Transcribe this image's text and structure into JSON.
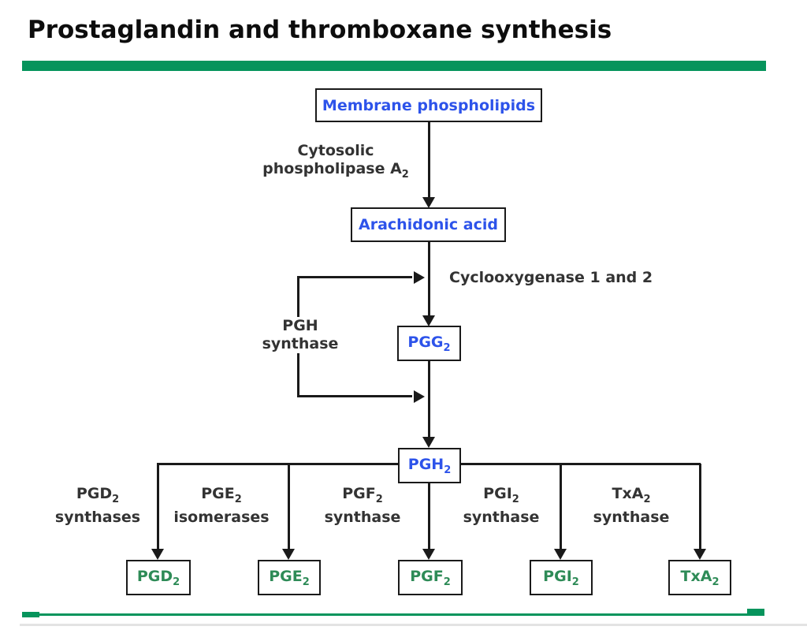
{
  "page": {
    "title": "Prostaglandin and thromboxane synthesis"
  },
  "colors": {
    "accent_green": "#06945C",
    "intermediate_blue": "#2D53EA",
    "product_green": "#2E8B57",
    "line_black": "#1A1A1A",
    "label_gray": "#333333"
  },
  "diagram": {
    "nodes": {
      "membrane": {
        "label": "Membrane phospholipids"
      },
      "arachidonic": {
        "label": "Arachidonic acid"
      },
      "pgg2": {
        "base": "PGG",
        "sub": "2"
      },
      "pgh2": {
        "base": "PGH",
        "sub": "2"
      }
    },
    "enzymes": {
      "cytosolic": {
        "line1": "Cytosolic",
        "line2_base": "phospholipase A",
        "line2_sub": "2"
      },
      "cyclooxygenase": {
        "label": "Cyclooxygenase 1 and 2"
      },
      "pgh_synthase": {
        "line1": "PGH",
        "line2": "synthase"
      }
    },
    "branches": [
      {
        "enzyme_base": "PGD",
        "enzyme_sub": "2",
        "enzyme_line2": "synthases",
        "product_base": "PGD",
        "product_sub": "2"
      },
      {
        "enzyme_base": "PGE",
        "enzyme_sub": "2",
        "enzyme_line2": "isomerases",
        "product_base": "PGE",
        "product_sub": "2"
      },
      {
        "enzyme_base": "PGF",
        "enzyme_sub": "2",
        "enzyme_line2": "synthase",
        "product_base": "PGF",
        "product_sub": "2"
      },
      {
        "enzyme_base": "PGI",
        "enzyme_sub": "2",
        "enzyme_line2": "synthase",
        "product_base": "PGI",
        "product_sub": "2"
      },
      {
        "enzyme_base": "TxA",
        "enzyme_sub": "2",
        "enzyme_line2": "synthase",
        "product_base": "TxA",
        "product_sub": "2"
      }
    ]
  }
}
